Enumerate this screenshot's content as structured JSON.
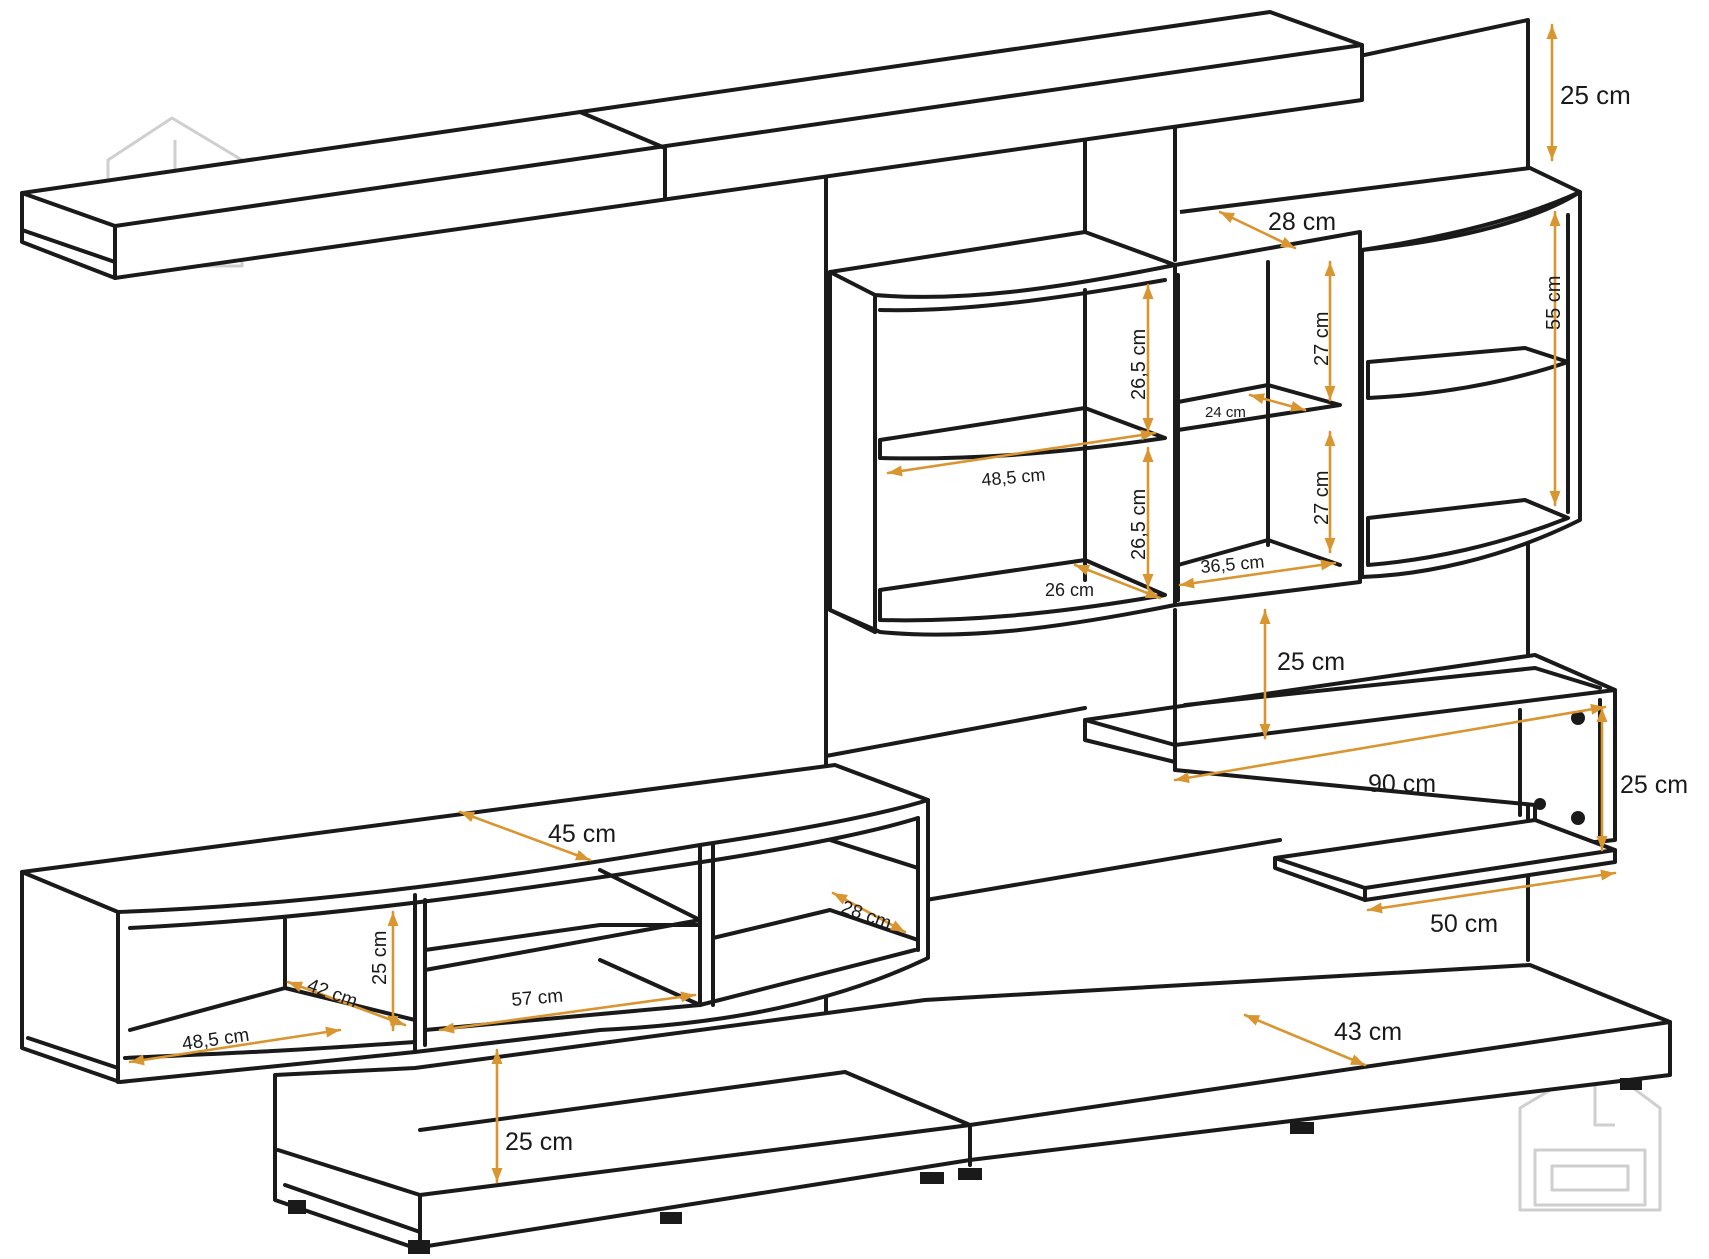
{
  "colors": {
    "line": "#1a1a1a",
    "dimension_arrow": "#d9952f",
    "watermark": "#cfcfcf",
    "background": "#ffffff"
  },
  "icons": [
    "house-sofa-watermark-icon"
  ],
  "dimensions": [
    {
      "id": "top-shelf-height",
      "label": "25 cm"
    },
    {
      "id": "upper-right-depth",
      "label": "28 cm"
    },
    {
      "id": "right-cabinet-height",
      "label": "55 cm"
    },
    {
      "id": "left-cabinet-upper-height",
      "label": "26,5 cm"
    },
    {
      "id": "left-cabinet-lower-height",
      "label": "26,5 cm"
    },
    {
      "id": "left-cabinet-width",
      "label": "48,5 cm"
    },
    {
      "id": "left-cabinet-depth",
      "label": "26 cm"
    },
    {
      "id": "middle-upper-height",
      "label": "27 cm"
    },
    {
      "id": "middle-lower-height",
      "label": "27 cm"
    },
    {
      "id": "middle-shelf-depth",
      "label": "24 cm"
    },
    {
      "id": "middle-width",
      "label": "36,5 cm"
    },
    {
      "id": "open-shelf-height",
      "label": "25 cm"
    },
    {
      "id": "long-shelf-width",
      "label": "90 cm"
    },
    {
      "id": "long-shelf-side-height",
      "label": "25 cm"
    },
    {
      "id": "small-shelf-width",
      "label": "50 cm"
    },
    {
      "id": "tv-unit-depth",
      "label": "45 cm"
    },
    {
      "id": "tv-side-depth",
      "label": "28 cm"
    },
    {
      "id": "tv-compartment-height",
      "label": "25 cm"
    },
    {
      "id": "tv-left-depth",
      "label": "42 cm"
    },
    {
      "id": "tv-middle-width",
      "label": "57 cm"
    },
    {
      "id": "tv-left-width",
      "label": "48,5 cm"
    },
    {
      "id": "base-depth",
      "label": "43 cm"
    },
    {
      "id": "plinth-height",
      "label": "25 cm"
    }
  ]
}
